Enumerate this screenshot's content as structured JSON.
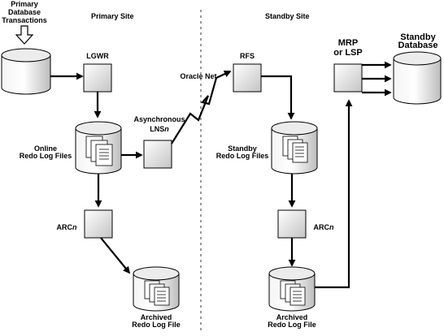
{
  "primary_site": {
    "title": "Primary Site",
    "transactions": [
      "Primary",
      "Database",
      "Transactions"
    ],
    "lgwr": "LGWR",
    "online_redo": [
      "Online",
      "Redo Log Files"
    ],
    "async_label": "Asynchronous",
    "lns_base": "LNS",
    "lns_suffix": "n",
    "arc_base": "ARC",
    "arc_suffix": "n",
    "archived": [
      "Archived",
      "Redo Log File"
    ]
  },
  "standby_site": {
    "title": "Standby Site",
    "oracle_net": "Oracle Net",
    "rfs": "RFS",
    "standby_redo": [
      "Standby",
      "Redo Log Files"
    ],
    "arc_base": "ARC",
    "arc_suffix": "n",
    "archived": [
      "Archived",
      "Redo Log File"
    ],
    "mrp": [
      "MRP",
      "or LSP"
    ],
    "standby_db": [
      "Standby",
      "Database"
    ]
  },
  "colors": {
    "stroke": "#000000",
    "divider": "#9a9a9a",
    "gradient_light": "#ffffff",
    "gradient_dark": "#c4c4c4"
  }
}
